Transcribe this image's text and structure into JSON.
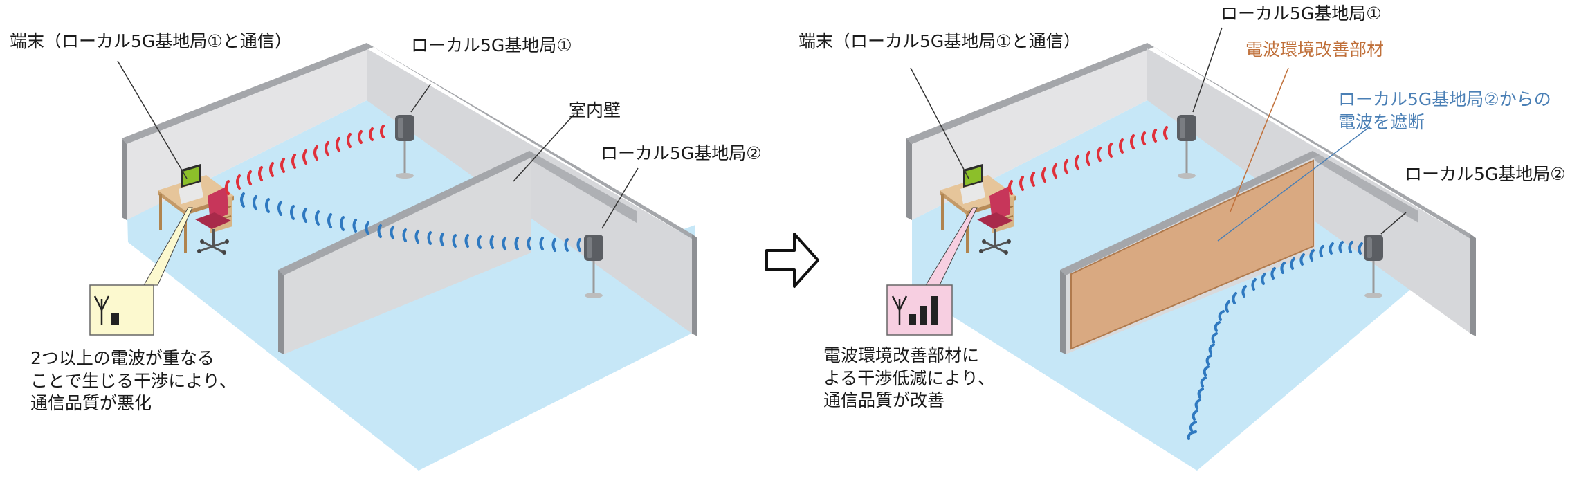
{
  "left": {
    "terminal_label": "端末（ローカル5G基地局①と通信）",
    "station1_label": "ローカル5G基地局①",
    "inner_wall_label": "室内壁",
    "station2_label": "ローカル5G基地局②",
    "note_lines": [
      "2つ以上の電波が重なる",
      "ことで生じる干渉により、",
      "通信品質が悪化"
    ]
  },
  "right": {
    "terminal_label": "端末（ローカル5G基地局①と通信）",
    "station1_label": "ローカル5G基地局①",
    "material_label": "電波環境改善部材",
    "block_lines": [
      "ローカル5G基地局②からの",
      "電波を遮断"
    ],
    "station2_label": "ローカル5G基地局②",
    "note_lines": [
      "電波環境改善部材に",
      "よる干渉低減により、",
      "通信品質が改善"
    ]
  },
  "colors": {
    "floor": "#c6e7f7",
    "wall_face": "#e4e4e6",
    "wall_top": "#a4a6aa",
    "wave_red": "#e0303a",
    "wave_blue": "#2f79c0",
    "material": "#d9a981",
    "material_label": "#c0703a",
    "block_label": "#4a7fb5",
    "bad_signal_bg": "#fcf9cf",
    "good_signal_bg": "#f7cfe1"
  },
  "icons": [
    "arrow-right-icon",
    "antenna-signal-weak-icon",
    "antenna-signal-strong-icon",
    "base-station-icon",
    "laptop-icon",
    "office-chair-icon",
    "desk-icon"
  ]
}
